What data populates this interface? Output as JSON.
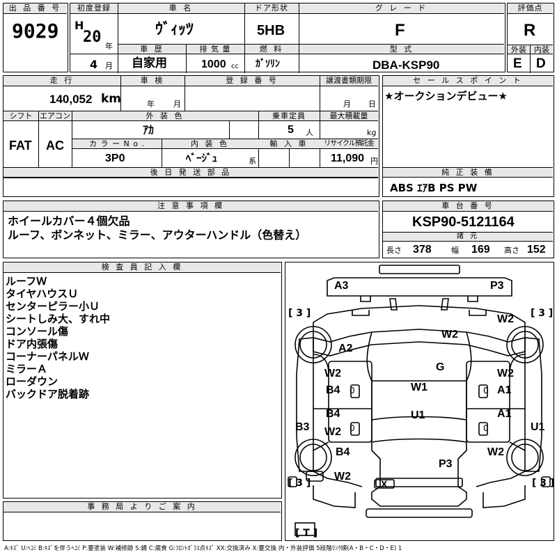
{
  "lot": {
    "label": "出 品 番 号",
    "value": "9029"
  },
  "first_reg": {
    "label": "初度登録",
    "era": "H",
    "year": "20",
    "year_unit": "年",
    "month": "4",
    "month_unit": "月"
  },
  "car_name": {
    "label": "車 名",
    "value": "ｳﾞｨｯﾂ"
  },
  "door": {
    "label": "ドア形状",
    "value": "5HB"
  },
  "grade": {
    "label": "グ レ ー ド",
    "value": "F"
  },
  "score": {
    "label": "評価点",
    "value": "R"
  },
  "history": {
    "label": "車 歴",
    "value": "自家用"
  },
  "displacement": {
    "label": "排 気 量",
    "value": "1000",
    "unit": "cc"
  },
  "fuel": {
    "label": "燃 料",
    "value": "ｶﾞｿﾘﾝ"
  },
  "model": {
    "label": "型 式",
    "value": "DBA-KSP90"
  },
  "exterior_grade": {
    "label": "外装",
    "value": "E"
  },
  "interior_grade": {
    "label": "内装",
    "value": "D"
  },
  "mileage": {
    "label": "走 行",
    "value": "140,052",
    "unit": "km"
  },
  "inspection": {
    "label": "車 検",
    "year_unit": "年",
    "month_unit": "月"
  },
  "reg_no": {
    "label": "登 録 番 号"
  },
  "transfer": {
    "label": "譲渡書類期限",
    "month_unit": "月",
    "day_unit": "日"
  },
  "sales_point": {
    "label": "セ ー ル ス ポ イ ン ト",
    "text": "★オークションデビュー★"
  },
  "shift": {
    "label": "シフト",
    "value": "FAT"
  },
  "aircon": {
    "label": "エアコン",
    "value": "AC"
  },
  "ext_color": {
    "label": "外 装 色",
    "value": "ｱｶ"
  },
  "capacity": {
    "label": "乗車定員",
    "value": "5",
    "unit": "人"
  },
  "max_load": {
    "label": "最大積載量",
    "unit": "kg"
  },
  "color_no": {
    "label": "カ ラ ー N o .",
    "value": "3P0"
  },
  "int_color": {
    "label": "内 装 色",
    "value": "ﾍﾞｰｼﾞｭ",
    "suffix": "系"
  },
  "import": {
    "label": "輸 入 車"
  },
  "recycle": {
    "label": "リサイクル預託金",
    "value": "11,090",
    "unit": "円"
  },
  "later_parts": {
    "label": "後 日 発 送 部 品"
  },
  "equipment": {
    "label": "純 正 装 備",
    "value": "ABS ｴｱB PS PW"
  },
  "caution": {
    "label": "注 意 事 項 欄",
    "lines": [
      "ホイールカバー４個欠品",
      "ルーフ、ボンネット、ミラー、アウターハンドル（色替え）"
    ]
  },
  "chassis": {
    "label": "車 台 番 号",
    "value": "KSP90-5121164"
  },
  "specs": {
    "label": "諸 元",
    "length_label": "長さ",
    "length": "378",
    "width_label": "幅",
    "width": "169",
    "height_label": "高さ",
    "height": "152"
  },
  "inspector": {
    "label": "検 査 員 記 入 欄",
    "lines": [
      "ルーフＷ",
      "タイヤハウスＵ",
      "センターピラー小Ｕ",
      "シートしみ大、すれ中",
      "コンソール傷",
      "ドア内張傷",
      "コーナーパネルＷ",
      "ミラーＡ",
      "ローダウン",
      "バックドア脱着跡"
    ]
  },
  "office": {
    "label": "事 務 局 よ り ご 案 内"
  },
  "damage_marks": [
    "A3",
    "P3",
    "W2",
    "A2",
    "W2",
    "G",
    "W2",
    "B4",
    "W1",
    "A1",
    "W2",
    "B4",
    "A1",
    "B3",
    "W2",
    "U1",
    "U1",
    "B4",
    "P3",
    "W2",
    "W2",
    "X"
  ],
  "tire_marks": [
    "[ 3 ]",
    "[ 3 ]",
    "[ 3 ]",
    "[ 3 ]",
    "[ T ]"
  ],
  "zero_marks": [
    "0",
    "0",
    "0",
    "0"
  ],
  "legend": "A:ｷｽﾞ U:ﾍｺﾐ B:ｷｽﾞを伴うﾍｺﾐ P:要塗装 W:補修跡 S:錆 C:腐食 G:ﾌﾛﾝﾄｶﾞﾗｽ点ｷｽﾞ XX:交換済み X:要交換 内・外装評価 5段階ﾗﾝｸ順(A・B・C・D・E) 1"
}
